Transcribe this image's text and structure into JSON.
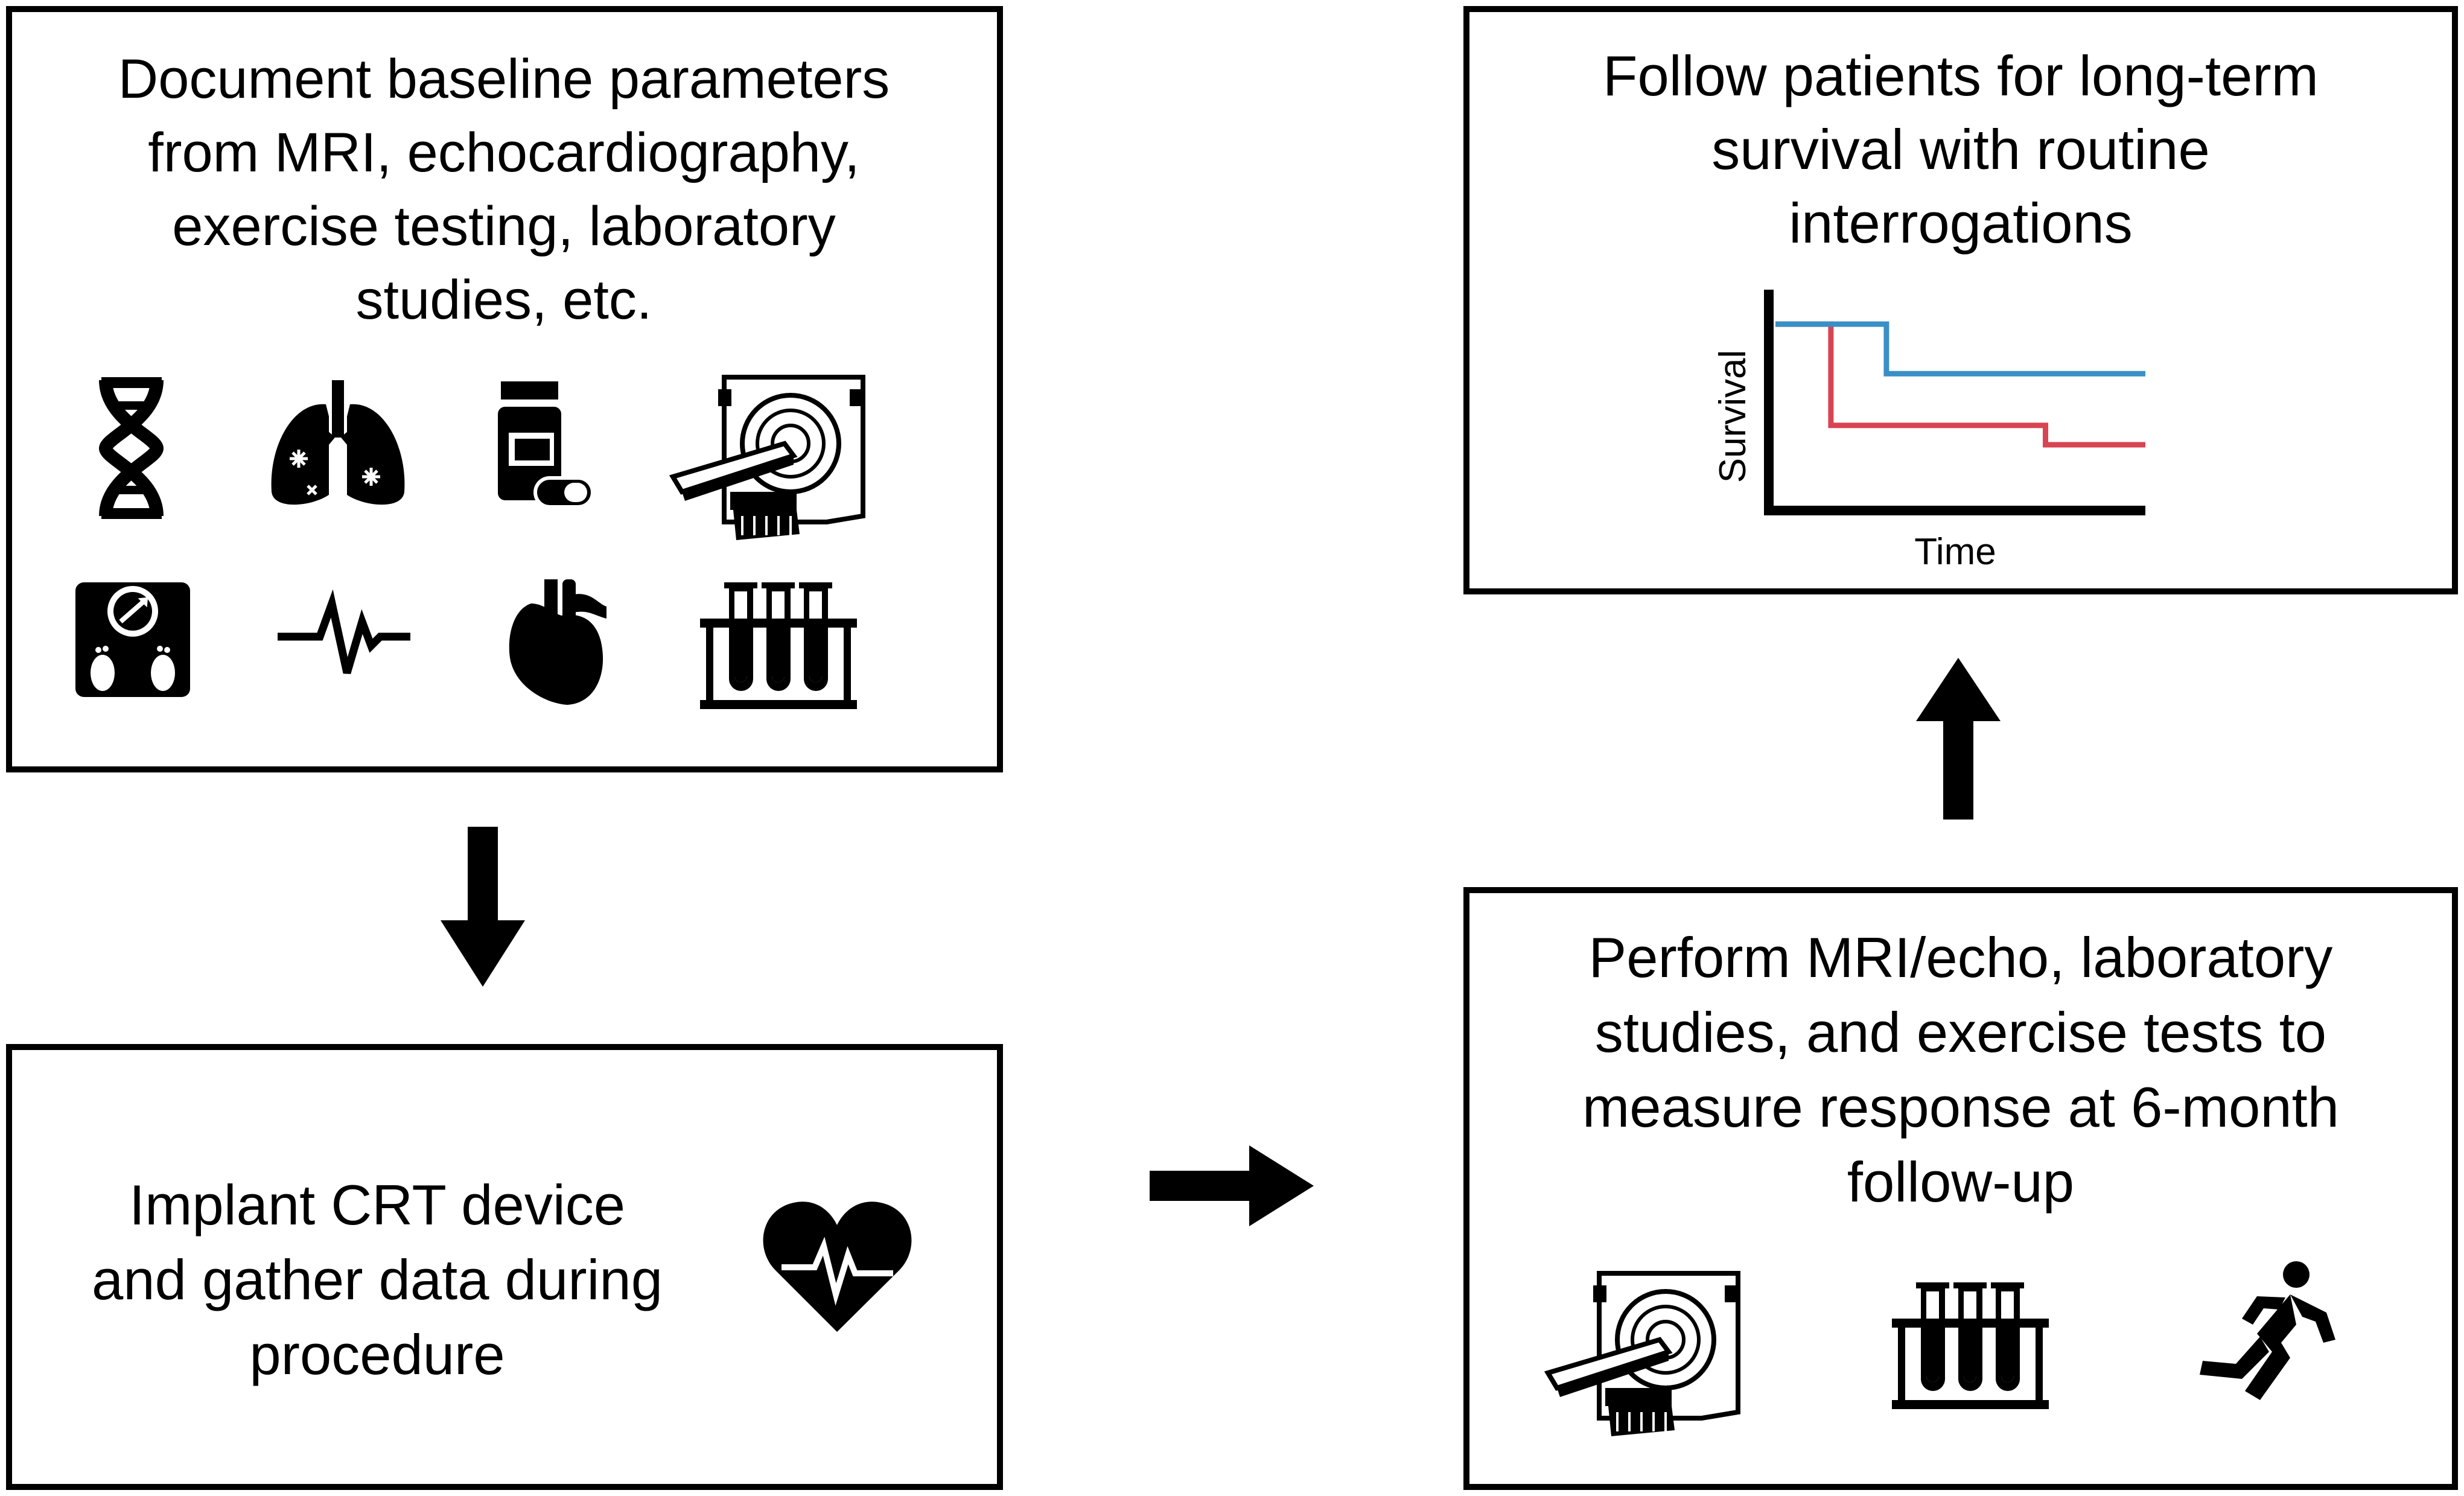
{
  "boxes": {
    "baseline": {
      "text_lines": [
        "Document baseline parameters",
        "from MRI, echocardiography,",
        "exercise testing, laboratory",
        "studies, etc."
      ],
      "icons": [
        "dna-icon",
        "lungs-icon",
        "medication-bottle-icon",
        "mri-scanner-icon",
        "weight-scale-icon",
        "ecg-waveform-icon",
        "heart-icon",
        "blood-test-tubes-icon"
      ]
    },
    "implant": {
      "text_lines": [
        "Implant CRT device",
        "and gather data during",
        "procedure"
      ],
      "icons": [
        "heart-rate-icon"
      ]
    },
    "followup6": {
      "text_lines": [
        "Perform MRI/echo, laboratory",
        "studies, and exercise tests to",
        "measure response at 6-month",
        "follow-up"
      ],
      "icons": [
        "mri-scanner-icon",
        "blood-test-tubes-icon",
        "running-person-icon"
      ]
    },
    "longterm": {
      "text_lines": [
        "Follow patients for long-term",
        "survival with routine",
        "interrogations"
      ]
    }
  },
  "chart_data": {
    "type": "line",
    "xlabel": "Time",
    "ylabel": "Survival",
    "grid": false,
    "xlim": [
      0,
      100
    ],
    "ylim": [
      0,
      100
    ],
    "series": [
      {
        "color": "#3a8fc6",
        "x": [
          0,
          30,
          30,
          100
        ],
        "y": [
          84,
          84,
          61,
          61
        ]
      },
      {
        "color": "#d94452",
        "x": [
          0,
          15,
          15,
          73,
          73,
          100
        ],
        "y": [
          84,
          84,
          37,
          37,
          28,
          28
        ]
      }
    ]
  },
  "colors": {
    "stroke": "#000000",
    "blue_series": "#3a8fc6",
    "red_series": "#d94452"
  }
}
